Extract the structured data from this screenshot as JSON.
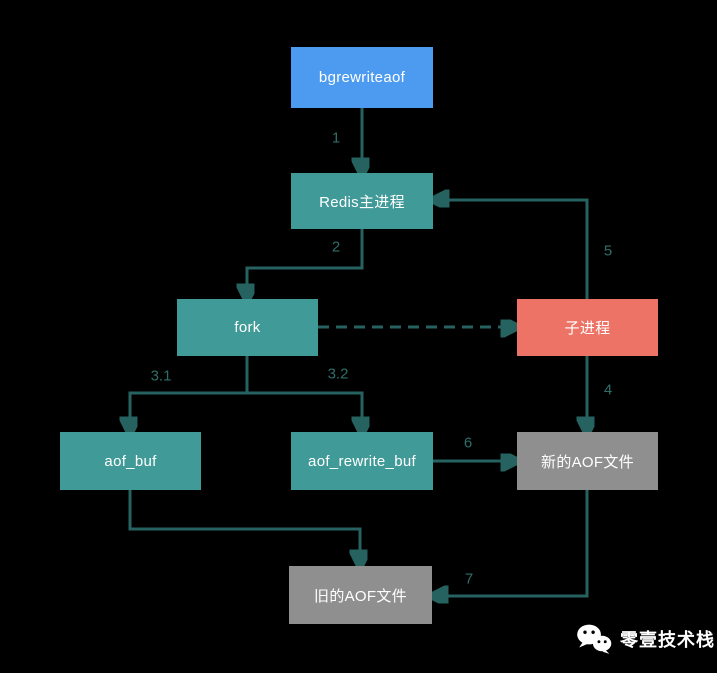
{
  "nodes": {
    "bgrewriteaof": {
      "label": "bgrewriteaof",
      "color": "#4d9bf0"
    },
    "redis_main": {
      "label": "Redis主进程",
      "color": "#3f9a98"
    },
    "fork": {
      "label": "fork",
      "color": "#3f9a98"
    },
    "child_process": {
      "label": "子进程",
      "color": "#ec7366"
    },
    "aof_buf": {
      "label": "aof_buf",
      "color": "#3f9a98"
    },
    "aof_rewrite_buf": {
      "label": "aof_rewrite_buf",
      "color": "#3f9a98"
    },
    "new_aof_file": {
      "label": "新的AOF文件",
      "color": "#8f8f8f"
    },
    "old_aof_file": {
      "label": "旧的AOF文件",
      "color": "#8f8f8f"
    }
  },
  "edges": {
    "e1": {
      "label": "1",
      "from": "bgrewriteaof",
      "to": "redis_main"
    },
    "e2": {
      "label": "2",
      "from": "redis_main",
      "to": "fork"
    },
    "e31": {
      "label": "3.1",
      "from": "fork",
      "to": "aof_buf"
    },
    "e32": {
      "label": "3.2",
      "from": "fork",
      "to": "aof_rewrite_buf"
    },
    "e4": {
      "label": "4",
      "from": "child_process",
      "to": "new_aof_file"
    },
    "e5": {
      "label": "5",
      "from": "child_process",
      "to": "redis_main"
    },
    "e6": {
      "label": "6",
      "from": "aof_rewrite_buf",
      "to": "new_aof_file"
    },
    "e7": {
      "label": "7",
      "from": "new_aof_file",
      "to": "old_aof_file"
    },
    "fork_to_child": {
      "label": "",
      "from": "fork",
      "to": "child_process",
      "style": "dashed"
    },
    "aof_buf_to_old": {
      "label": "",
      "from": "aof_buf",
      "to": "old_aof_file"
    }
  },
  "watermark": {
    "label": "零壹技术栈",
    "icon": "wechat-icon"
  },
  "colors": {
    "background": "#000000",
    "connector": "#26625f",
    "edge_label": "#2e6f69",
    "node_text": "#ffffff",
    "watermark_text": "#ffffff"
  }
}
